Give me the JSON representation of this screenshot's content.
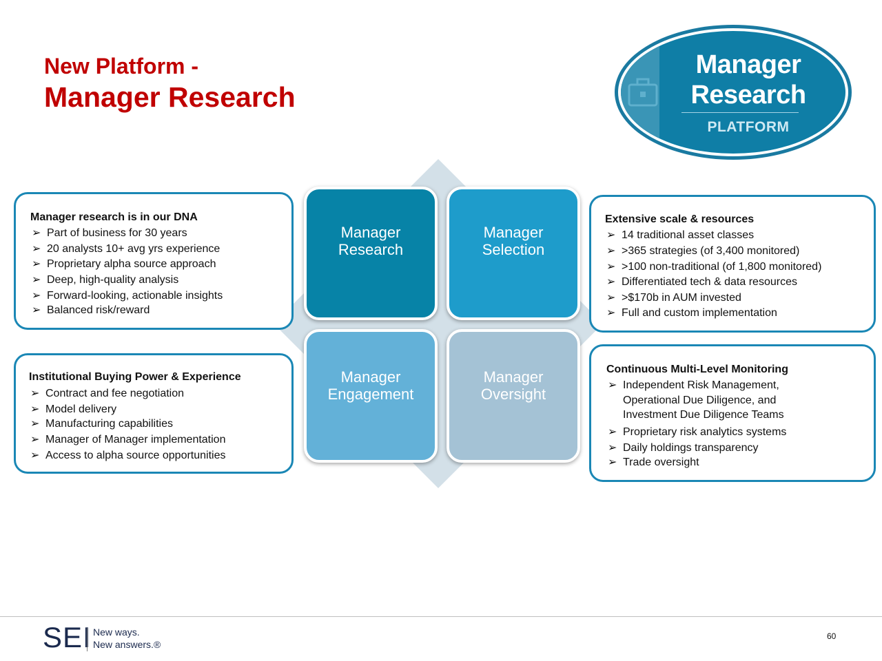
{
  "header": {
    "title_line1": "New Platform -",
    "title_line2": "Manager Research"
  },
  "logo": {
    "line1": "Manager",
    "line2": "Research",
    "line3": "PLATFORM"
  },
  "quadrants": [
    {
      "line1": "Manager",
      "line2": "Research"
    },
    {
      "line1": "Manager",
      "line2": "Selection"
    },
    {
      "line1": "Manager",
      "line2": "Engagement"
    },
    {
      "line1": "Manager",
      "line2": "Oversight"
    }
  ],
  "bullet_symbol": "➢",
  "box_dna": {
    "title": "Manager research is in our DNA",
    "items": [
      "Part of business for 30 years",
      "20 analysts 10+ avg yrs experience",
      "Proprietary alpha source approach",
      "Deep, high-quality analysis",
      "Forward-looking, actionable insights",
      "Balanced risk/reward"
    ]
  },
  "box_buying": {
    "title": "Institutional Buying Power & Experience",
    "items": [
      "Contract and fee negotiation",
      "Model delivery",
      "Manufacturing capabilities",
      "Manager of Manager implementation",
      "Access to alpha source opportunities"
    ]
  },
  "box_scale": {
    "title": "Extensive scale & resources",
    "items": [
      "14 traditional asset classes",
      ">365 strategies (of 3,400 monitored)",
      ">100 non-traditional (of 1,800 monitored)",
      "Differentiated tech & data resources",
      ">$170b in AUM invested",
      "Full and custom implementation"
    ]
  },
  "box_monitoring": {
    "title": "Continuous Multi-Level Monitoring",
    "item1_line1": "Independent Risk Management,",
    "item1_line2": "Operational Due Diligence, and",
    "item1_line3": "Investment Due Diligence Teams",
    "items": [
      "Proprietary risk analytics systems",
      "Daily holdings transparency",
      "Trade oversight"
    ]
  },
  "footer": {
    "brand": "SEI",
    "tagline1": "New ways.",
    "tagline2": "New answers.®",
    "page_number": "60"
  },
  "colors": {
    "title_red": "#c00000",
    "box_border": "#1a87b5",
    "tile_research": "#0783a7",
    "tile_selection": "#1e9ccb",
    "tile_engagement": "#63b1d8",
    "tile_oversight": "#a4c2d5",
    "diamond": "#d3e0e8"
  }
}
